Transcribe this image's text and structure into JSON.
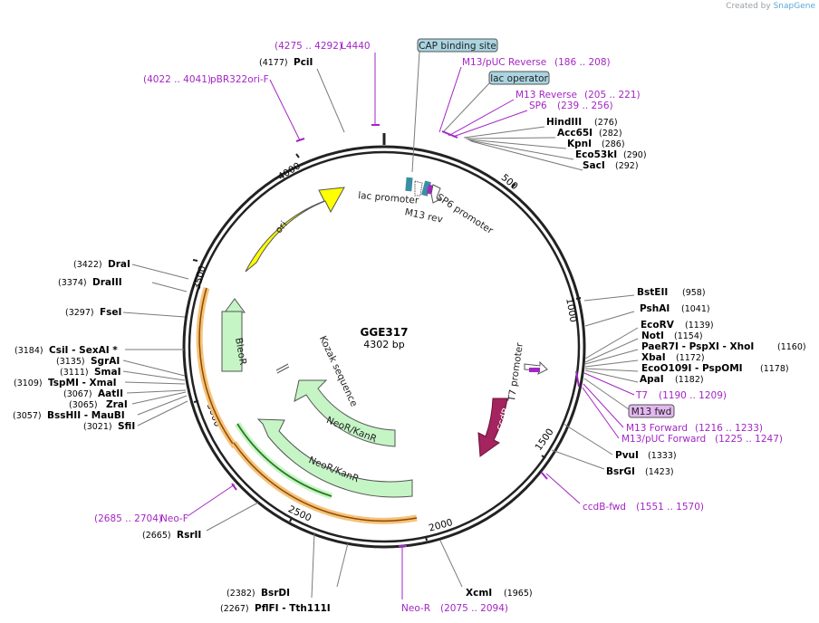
{
  "credit": {
    "prefix": "Created by",
    "brand": "SnapGene"
  },
  "plasmid": {
    "name": "GGE317",
    "size_label": "4302 bp"
  },
  "ruler_ticks": [
    "500",
    "1000",
    "1500",
    "2000",
    "2500",
    "3000",
    "3500",
    "4000"
  ],
  "enzymes_right": [
    {
      "name": "HindIII",
      "pos": "(276)"
    },
    {
      "name": "Acc65I",
      "pos": "(282)"
    },
    {
      "name": "KpnI",
      "pos": "(286)"
    },
    {
      "name": "Eco53kI",
      "pos": "(290)"
    },
    {
      "name": "SacI",
      "pos": "(292)"
    },
    {
      "name": "BstEII",
      "pos": "(958)"
    },
    {
      "name": "PshAI",
      "pos": "(1041)"
    },
    {
      "name": "EcoRV",
      "pos": "(1139)"
    },
    {
      "name": "NotI",
      "pos": "(1154)"
    },
    {
      "name": "PaeR7I - PspXI - XhoI",
      "pos": "(1160)"
    },
    {
      "name": "XbaI",
      "pos": "(1172)"
    },
    {
      "name": "EcoO109I - PspOMI",
      "pos": "(1178)"
    },
    {
      "name": "ApaI",
      "pos": "(1182)"
    },
    {
      "name": "PvuI",
      "pos": "(1333)"
    },
    {
      "name": "BsrGI",
      "pos": "(1423)"
    }
  ],
  "enzymes_bottom": [
    {
      "name": "XcmI",
      "pos": "(1965)"
    },
    {
      "name": "BsrDI",
      "pos": "(2382)"
    },
    {
      "name": "PflFI - Tth111I",
      "pos": "(2267)"
    }
  ],
  "enzymes_left": [
    {
      "name": "RsrII",
      "pos": "(2665)"
    },
    {
      "name": "SfiI",
      "pos": "(3021)"
    },
    {
      "name": "BssHII - MauBI",
      "pos": "(3057)"
    },
    {
      "name": "ZraI",
      "pos": "(3065)"
    },
    {
      "name": "AatII",
      "pos": "(3067)"
    },
    {
      "name": "TspMI - XmaI",
      "pos": "(3109)"
    },
    {
      "name": "SmaI",
      "pos": "(3111)"
    },
    {
      "name": "SgrAI",
      "pos": "(3135)"
    },
    {
      "name": "CsiI - SexAI *",
      "pos": "(3184)"
    },
    {
      "name": "FseI",
      "pos": "(3297)"
    },
    {
      "name": "DraIII",
      "pos": "(3374)"
    },
    {
      "name": "DraI",
      "pos": "(3422)"
    }
  ],
  "enzymes_top": [
    {
      "name": "PciI",
      "pos": "(4177)"
    }
  ],
  "primers": [
    {
      "name": "L4440",
      "range": "(4275 .. 4292)"
    },
    {
      "name": "pBR322ori-F",
      "range": "(4022 .. 4041)"
    },
    {
      "name": "M13/pUC Reverse",
      "range": "(186 .. 208)"
    },
    {
      "name": "M13 Reverse",
      "range": "(205 .. 221)"
    },
    {
      "name": "SP6",
      "range": "(239 .. 256)"
    },
    {
      "name": "T7",
      "range": "(1190 .. 1209)"
    },
    {
      "name": "M13 Forward",
      "range": "(1216 .. 1233)"
    },
    {
      "name": "M13/pUC Forward",
      "range": "(1225 .. 1247)"
    },
    {
      "name": "ccdB-fwd",
      "range": "(1551 .. 1570)"
    },
    {
      "name": "Neo-R",
      "range": "(2075 .. 2094)"
    },
    {
      "name": "Neo-F",
      "range": "(2685 .. 2704)"
    }
  ],
  "boxed_labels": [
    {
      "name": "CAP binding site",
      "color": "#a9d4e0"
    },
    {
      "name": "lac operator",
      "color": "#a9d4e0"
    },
    {
      "name": "M13 fwd",
      "color": "#e3b8f0"
    }
  ],
  "features": [
    {
      "name": "ori",
      "color": "#ffff00"
    },
    {
      "name": "BleoR",
      "color": "#c5f5c5"
    },
    {
      "name": "NeoR/KanR",
      "color": "#c5f5c5"
    },
    {
      "name": "NeoR/KanR",
      "color": "#c5f5c5"
    },
    {
      "name": "ccdB",
      "color": "#a3245e"
    }
  ],
  "feature_labels": {
    "lac_promoter": "lac promoter",
    "m13_rev": "M13 rev",
    "sp6_promoter": "SP6 promoter",
    "t7_promoter": "T7 promoter",
    "kozak": "Kozak sequence"
  },
  "colors": {
    "primer": "#a326c4",
    "backbone": "#222222",
    "orange_band": "#f6c27a"
  }
}
